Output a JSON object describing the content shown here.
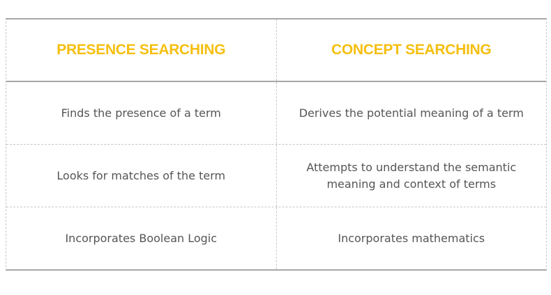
{
  "table": {
    "headers": [
      "PRESENCE SEARCHING",
      "CONCEPT SEARCHING"
    ],
    "rows": [
      [
        "Finds the presence of a term",
        "Derives the potential meaning of a term"
      ],
      [
        "Looks for matches of the term",
        "Attempts to understand the semantic meaning and context of terms"
      ],
      [
        "Incorporates Boolean Logic",
        "Incorporates mathematics"
      ]
    ]
  },
  "colors": {
    "header_text": "#f5bf10",
    "body_text": "#555555",
    "rule": "#a6a6a6",
    "dashed_border": "#c8c8c8"
  }
}
